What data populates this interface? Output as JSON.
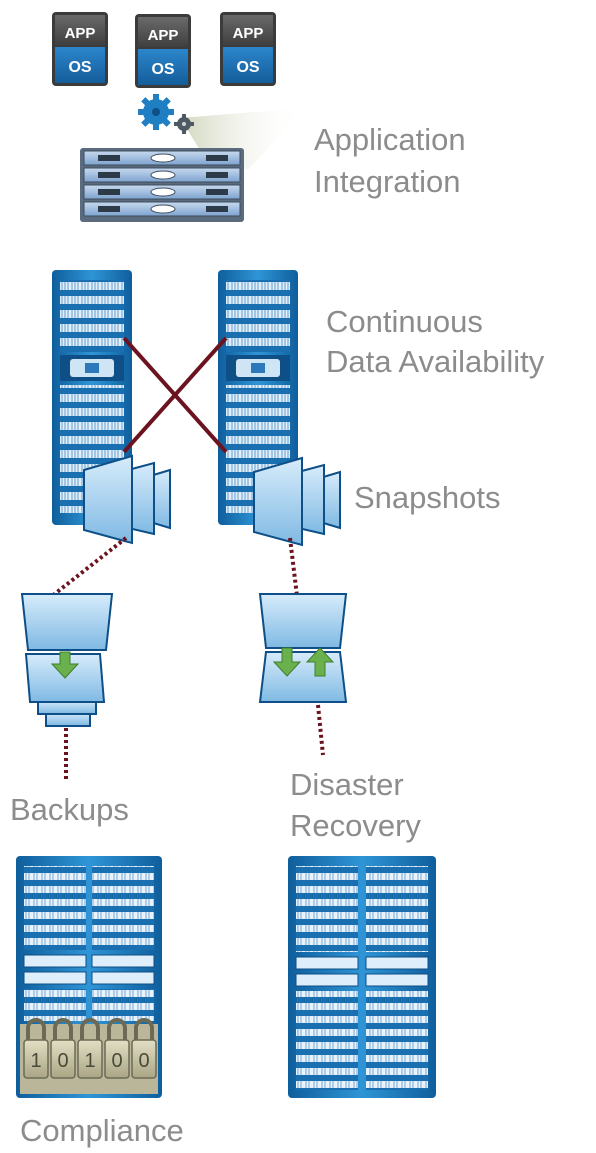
{
  "app_stack": {
    "badges": [
      {
        "top": "APP",
        "bottom": "OS"
      },
      {
        "top": "APP",
        "bottom": "OS"
      },
      {
        "top": "APP",
        "bottom": "OS"
      }
    ]
  },
  "labels": {
    "application_integration": [
      "Application",
      "Integration"
    ],
    "continuous_data_availability": [
      "Continuous",
      "Data Availability"
    ],
    "snapshots": "Snapshots",
    "backups": "Backups",
    "disaster_recovery": [
      "Disaster",
      "Recovery"
    ],
    "compliance": "Compliance"
  },
  "compliance_locks": [
    "1",
    "0",
    "1",
    "0",
    "0"
  ],
  "icons": {
    "gears": "gears-icon",
    "server": "server-icon",
    "storage_array": "storage-array-icon",
    "snapshot_stack": "snapshot-stack-icon",
    "backup_device": "backup-device-icon",
    "dr_device": "dr-replication-icon",
    "lock": "padlock-icon"
  },
  "colors": {
    "label_gray": "#8c8c8c",
    "storage_blue": "#1f7fc2",
    "link_maroon": "#6b1420",
    "arrow_green": "#6ab04c"
  }
}
